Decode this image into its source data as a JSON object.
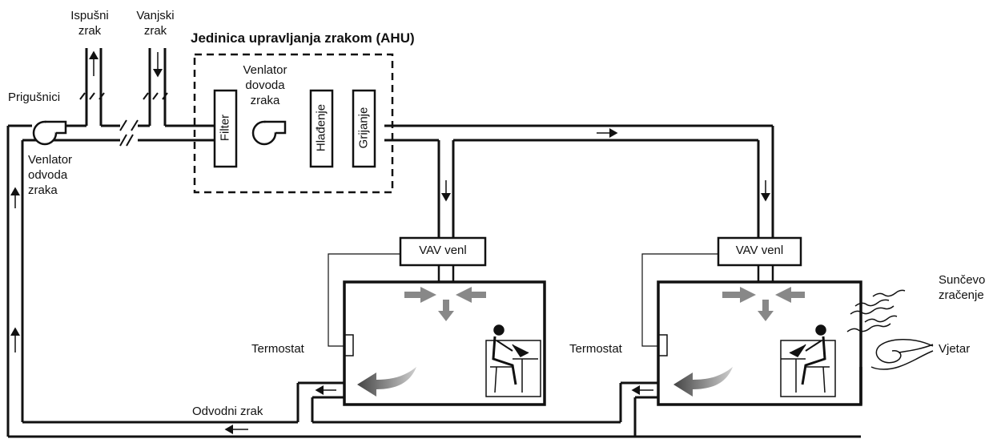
{
  "labels": {
    "exhaust_air": "Ispušni\nzrak",
    "outside_air": "Vanjski\nzrak",
    "ahu_title": "Jedinica upravljanja zrakom (AHU)",
    "dampers": "Prigušnici",
    "supply_fan": "Venlator\ndovoda\nzraka",
    "return_fan": "Venlator\nodvoda\nzraka",
    "filter": "Filter",
    "cooling": "Hlađenje",
    "heating": "Grijanje",
    "vav_1": "VAV venl",
    "vav_2": "VAV venl",
    "thermostat_1": "Termostat",
    "thermostat_2": "Termostat",
    "return_air": "Odvodni zrak",
    "solar": "Sunčevo\nzračenje",
    "wind": "Vjetar"
  },
  "icons": [
    "fan-icon",
    "person-at-desk-icon",
    "airflow-arrow-icon",
    "sun-rays-icon",
    "wind-icon",
    "damper-icon"
  ]
}
